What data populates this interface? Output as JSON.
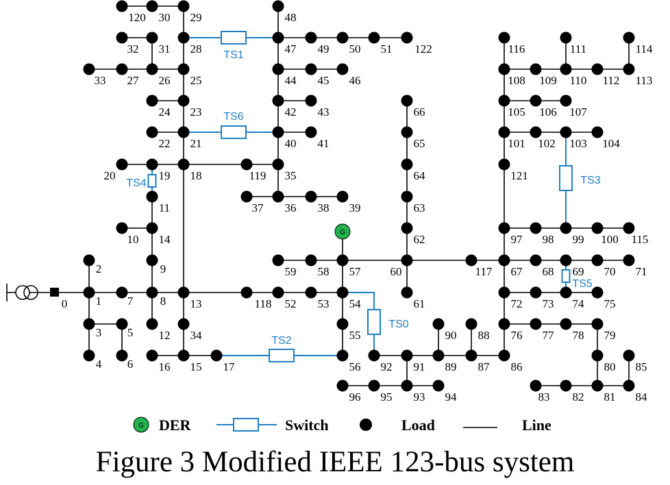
{
  "diagram": {
    "caption": "Figure 3 Modified IEEE 123-bus system",
    "colors": {
      "line": "#000000",
      "switch": "#1f7ec2",
      "load": "#000000",
      "der": "#22b14c"
    },
    "source": {
      "node": "0",
      "icon": "transformer-icon"
    },
    "der": {
      "node": "57",
      "symbol": "G"
    },
    "nodes": [
      "0",
      "1",
      "2",
      "3",
      "4",
      "5",
      "6",
      "7",
      "8",
      "9",
      "10",
      "11",
      "12",
      "13",
      "14",
      "15",
      "16",
      "17",
      "18",
      "19",
      "20",
      "21",
      "22",
      "23",
      "24",
      "25",
      "26",
      "27",
      "28",
      "29",
      "30",
      "31",
      "32",
      "33",
      "34",
      "35",
      "36",
      "37",
      "38",
      "39",
      "40",
      "41",
      "42",
      "43",
      "44",
      "45",
      "46",
      "47",
      "48",
      "49",
      "50",
      "51",
      "52",
      "53",
      "54",
      "55",
      "56",
      "57",
      "58",
      "59",
      "60",
      "61",
      "62",
      "63",
      "64",
      "65",
      "66",
      "67",
      "68",
      "69",
      "70",
      "71",
      "72",
      "73",
      "74",
      "75",
      "76",
      "77",
      "78",
      "79",
      "80",
      "81",
      "82",
      "83",
      "84",
      "85",
      "86",
      "87",
      "88",
      "89",
      "90",
      "91",
      "92",
      "93",
      "94",
      "95",
      "96",
      "97",
      "98",
      "99",
      "100",
      "101",
      "102",
      "103",
      "104",
      "105",
      "106",
      "107",
      "108",
      "109",
      "110",
      "111",
      "112",
      "113",
      "114",
      "115",
      "116",
      "117",
      "118",
      "119",
      "120",
      "121",
      "122"
    ],
    "lines": [
      [
        "0",
        "1"
      ],
      [
        "1",
        "2"
      ],
      [
        "1",
        "7"
      ],
      [
        "1",
        "3"
      ],
      [
        "3",
        "4"
      ],
      [
        "3",
        "5"
      ],
      [
        "5",
        "6"
      ],
      [
        "7",
        "8"
      ],
      [
        "8",
        "13"
      ],
      [
        "8",
        "9"
      ],
      [
        "8",
        "12"
      ],
      [
        "9",
        "14"
      ],
      [
        "14",
        "10"
      ],
      [
        "14",
        "11"
      ],
      [
        "11",
        "19"
      ],
      [
        "19",
        "20"
      ],
      [
        "19",
        "18"
      ],
      [
        "13",
        "18"
      ],
      [
        "13",
        "34"
      ],
      [
        "13",
        "118"
      ],
      [
        "118",
        "52"
      ],
      [
        "52",
        "53"
      ],
      [
        "53",
        "54"
      ],
      [
        "34",
        "15"
      ],
      [
        "15",
        "16"
      ],
      [
        "15",
        "17"
      ],
      [
        "18",
        "21"
      ],
      [
        "18",
        "119"
      ],
      [
        "119",
        "35"
      ],
      [
        "21",
        "22"
      ],
      [
        "21",
        "23"
      ],
      [
        "23",
        "24"
      ],
      [
        "23",
        "25"
      ],
      [
        "25",
        "26"
      ],
      [
        "25",
        "28"
      ],
      [
        "26",
        "27"
      ],
      [
        "27",
        "33"
      ],
      [
        "26",
        "31"
      ],
      [
        "31",
        "32"
      ],
      [
        "28",
        "29"
      ],
      [
        "29",
        "30"
      ],
      [
        "30",
        "120"
      ],
      [
        "35",
        "40"
      ],
      [
        "35",
        "36"
      ],
      [
        "36",
        "37"
      ],
      [
        "36",
        "38"
      ],
      [
        "38",
        "39"
      ],
      [
        "40",
        "41"
      ],
      [
        "40",
        "42"
      ],
      [
        "42",
        "43"
      ],
      [
        "42",
        "44"
      ],
      [
        "44",
        "45"
      ],
      [
        "45",
        "46"
      ],
      [
        "44",
        "47"
      ],
      [
        "47",
        "48"
      ],
      [
        "47",
        "49"
      ],
      [
        "49",
        "50"
      ],
      [
        "50",
        "51"
      ],
      [
        "51",
        "122"
      ],
      [
        "54",
        "57"
      ],
      [
        "54",
        "55"
      ],
      [
        "55",
        "56"
      ],
      [
        "57",
        "58"
      ],
      [
        "58",
        "59"
      ],
      [
        "57",
        "60"
      ],
      [
        "60",
        "61"
      ],
      [
        "60",
        "62"
      ],
      [
        "62",
        "63"
      ],
      [
        "63",
        "64"
      ],
      [
        "64",
        "65"
      ],
      [
        "65",
        "66"
      ],
      [
        "60",
        "117"
      ],
      [
        "117",
        "67"
      ],
      [
        "67",
        "68"
      ],
      [
        "68",
        "69"
      ],
      [
        "69",
        "70"
      ],
      [
        "70",
        "71"
      ],
      [
        "67",
        "72"
      ],
      [
        "72",
        "73"
      ],
      [
        "73",
        "74"
      ],
      [
        "74",
        "75"
      ],
      [
        "72",
        "76"
      ],
      [
        "76",
        "77"
      ],
      [
        "77",
        "78"
      ],
      [
        "78",
        "79"
      ],
      [
        "79",
        "80"
      ],
      [
        "80",
        "81"
      ],
      [
        "81",
        "82"
      ],
      [
        "82",
        "83"
      ],
      [
        "81",
        "84"
      ],
      [
        "84",
        "85"
      ],
      [
        "76",
        "86"
      ],
      [
        "86",
        "87"
      ],
      [
        "87",
        "88"
      ],
      [
        "87",
        "89"
      ],
      [
        "89",
        "90"
      ],
      [
        "89",
        "91"
      ],
      [
        "91",
        "92"
      ],
      [
        "91",
        "93"
      ],
      [
        "93",
        "94"
      ],
      [
        "93",
        "95"
      ],
      [
        "95",
        "96"
      ],
      [
        "67",
        "97"
      ],
      [
        "97",
        "98"
      ],
      [
        "98",
        "99"
      ],
      [
        "99",
        "100"
      ],
      [
        "100",
        "115"
      ],
      [
        "97",
        "121"
      ],
      [
        "121",
        "101"
      ],
      [
        "101",
        "102"
      ],
      [
        "102",
        "103"
      ],
      [
        "103",
        "104"
      ],
      [
        "101",
        "105"
      ],
      [
        "105",
        "106"
      ],
      [
        "106",
        "107"
      ],
      [
        "105",
        "108"
      ],
      [
        "108",
        "109"
      ],
      [
        "109",
        "110"
      ],
      [
        "110",
        "111"
      ],
      [
        "110",
        "112"
      ],
      [
        "112",
        "113"
      ],
      [
        "113",
        "114"
      ],
      [
        "108",
        "116"
      ]
    ],
    "switches": [
      {
        "label": "TS0",
        "from": "54",
        "to": "92"
      },
      {
        "label": "TS1",
        "from": "28",
        "to": "47"
      },
      {
        "label": "TS2",
        "from": "17",
        "to": "56"
      },
      {
        "label": "TS3",
        "from": "103",
        "to": "99"
      },
      {
        "label": "TS4",
        "from": "19",
        "to": "11"
      },
      {
        "label": "TS5",
        "from": "69",
        "to": "74"
      },
      {
        "label": "TS6",
        "from": "21",
        "to": "40"
      }
    ]
  },
  "legend": {
    "der_symbol": "G",
    "der_label": "DER",
    "switch_label": "Switch",
    "load_label": "Load",
    "line_label": "Line"
  }
}
